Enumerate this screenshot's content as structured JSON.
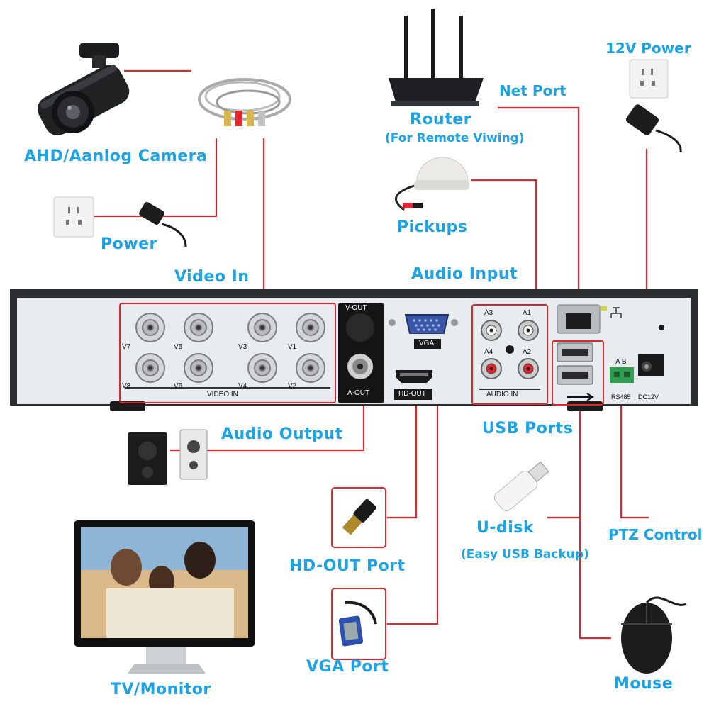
{
  "colors": {
    "label": "#1ba3e6",
    "wire": "#e0262f",
    "panel": "#e9ecee",
    "chassis": "#2a2c2e"
  },
  "devices": {
    "camera": "AHD/Aanlog Camera",
    "power": "Power",
    "router": "Router",
    "router_note": "(For Remote Viwing)",
    "net_port": "Net Port",
    "power_12v": "12V Power",
    "pickups": "Pickups",
    "audio_output": "Audio Output",
    "usb_ports": "USB Ports",
    "udisk": "U-disk",
    "udisk_note": "(Easy USB Backup)",
    "ptz": "PTZ Control",
    "hdout_port": "HD-OUT Port",
    "vga_port": "VGA Port",
    "tv": "TV/Monitor",
    "mouse": "Mouse"
  },
  "panel": {
    "video_in_title": "Video In",
    "audio_input_title": "Audio Input",
    "video_in_label": "VIDEO IN",
    "video_channels": [
      "V7",
      "V5",
      "V3",
      "V1",
      "V8",
      "V6",
      "V4",
      "V2"
    ],
    "v_out": "V-OUT",
    "a_out": "A-OUT",
    "vga": "VGA",
    "hd_out": "HD-OUT",
    "audio_channels": [
      "A3",
      "A1",
      "A4",
      "A2"
    ],
    "audio_in_label": "AUDIO IN",
    "rs485_ab": "A  B",
    "rs485": "RS485",
    "dc12v": "DC12V"
  }
}
